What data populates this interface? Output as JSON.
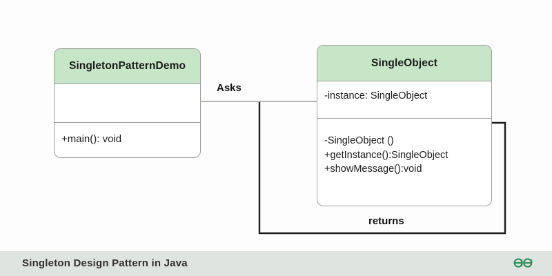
{
  "diagram": {
    "type": "uml-class-diagram",
    "title": "Singleton Design Pattern in Java",
    "background_color": "#fdfdfd",
    "classes": [
      {
        "id": "SingletonPatternDemo",
        "name": "SingletonPatternDemo",
        "header_color": "#c7e6c7",
        "attributes": [],
        "operations": [
          "+main(): void"
        ]
      },
      {
        "id": "SingleObject",
        "name": "SingleObject",
        "header_color": "#c7e6c7",
        "attributes": [
          "-instance: SingleObject"
        ],
        "operations": [
          "-SingleObject ()",
          "+getInstance():SingleObject",
          "+showMessage():void"
        ]
      }
    ],
    "connectors": [
      {
        "id": "asks",
        "label": "Asks",
        "from": "SingletonPatternDemo",
        "to": "SingleObject",
        "color": "#9aa09a"
      },
      {
        "id": "returns",
        "label": "returns",
        "from": "SingleObject",
        "to": "SingletonPatternDemo",
        "color": "#1b1b1b"
      }
    ]
  },
  "footer": {
    "caption": "Singleton Design Pattern in Java",
    "band_color": "#dee4e0",
    "logo_name": "geeksforgeeks-logo",
    "logo_color": "#2f8d56"
  }
}
